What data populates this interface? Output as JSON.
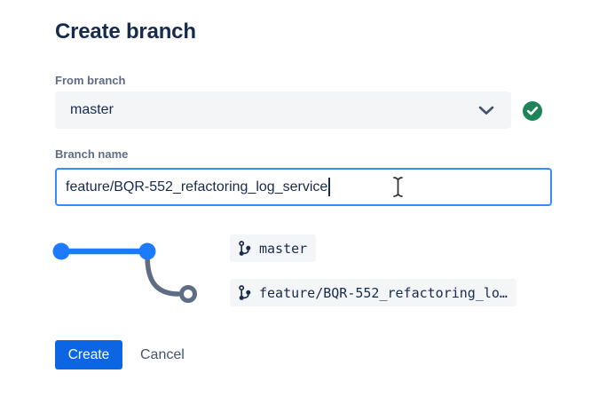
{
  "dialog": {
    "title": "Create branch",
    "from_branch": {
      "label": "From branch",
      "value": "master",
      "chevron_icon": "chevron-down-icon",
      "status_icon": "check-circle-icon",
      "status_color": "#1F845A"
    },
    "branch_name": {
      "label": "Branch name",
      "value": "feature/BQR-552_refactoring_log_service"
    },
    "diagram": {
      "source_branch": {
        "icon": "git-branch-icon",
        "label": "master",
        "line_color": "#1D7AFC"
      },
      "new_branch": {
        "icon": "git-branch-icon",
        "label": "feature/BQR-552_refactoring_lo…",
        "line_color": "#5E6C84"
      }
    },
    "actions": {
      "create_label": "Create",
      "cancel_label": "Cancel"
    },
    "colors": {
      "primary_button": "#0C66E4",
      "focus_border": "#388BFF",
      "field_background": "#F4F5F7",
      "text": "#172B4D",
      "label": "#5E6C84",
      "success": "#1F845A"
    },
    "cursor": "i-beam-text-cursor"
  }
}
